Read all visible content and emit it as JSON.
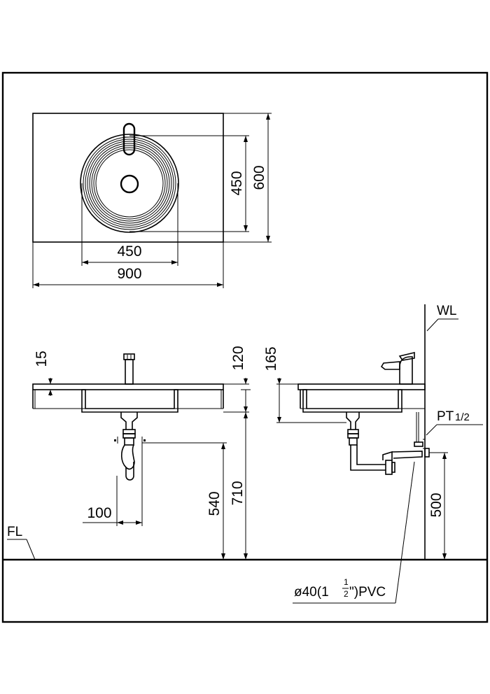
{
  "top_view": {
    "width_outer": "900",
    "width_bowl": "450",
    "height_bowl": "450",
    "height_outer": "600"
  },
  "front_view": {
    "deck_thickness": "15",
    "overall_height": "120",
    "trap_offset": "100",
    "drain_height": "540",
    "rim_height": "710",
    "floor_label": "FL"
  },
  "side_view": {
    "deck_height": "165",
    "wall_label": "WL",
    "supply_label": "PT",
    "supply_size": "1/2",
    "outlet_height": "500",
    "pipe_diameter": "ø40(1",
    "pipe_fraction_num": "1",
    "pipe_fraction_den": "2",
    "pipe_suffix": "\")PVC"
  }
}
